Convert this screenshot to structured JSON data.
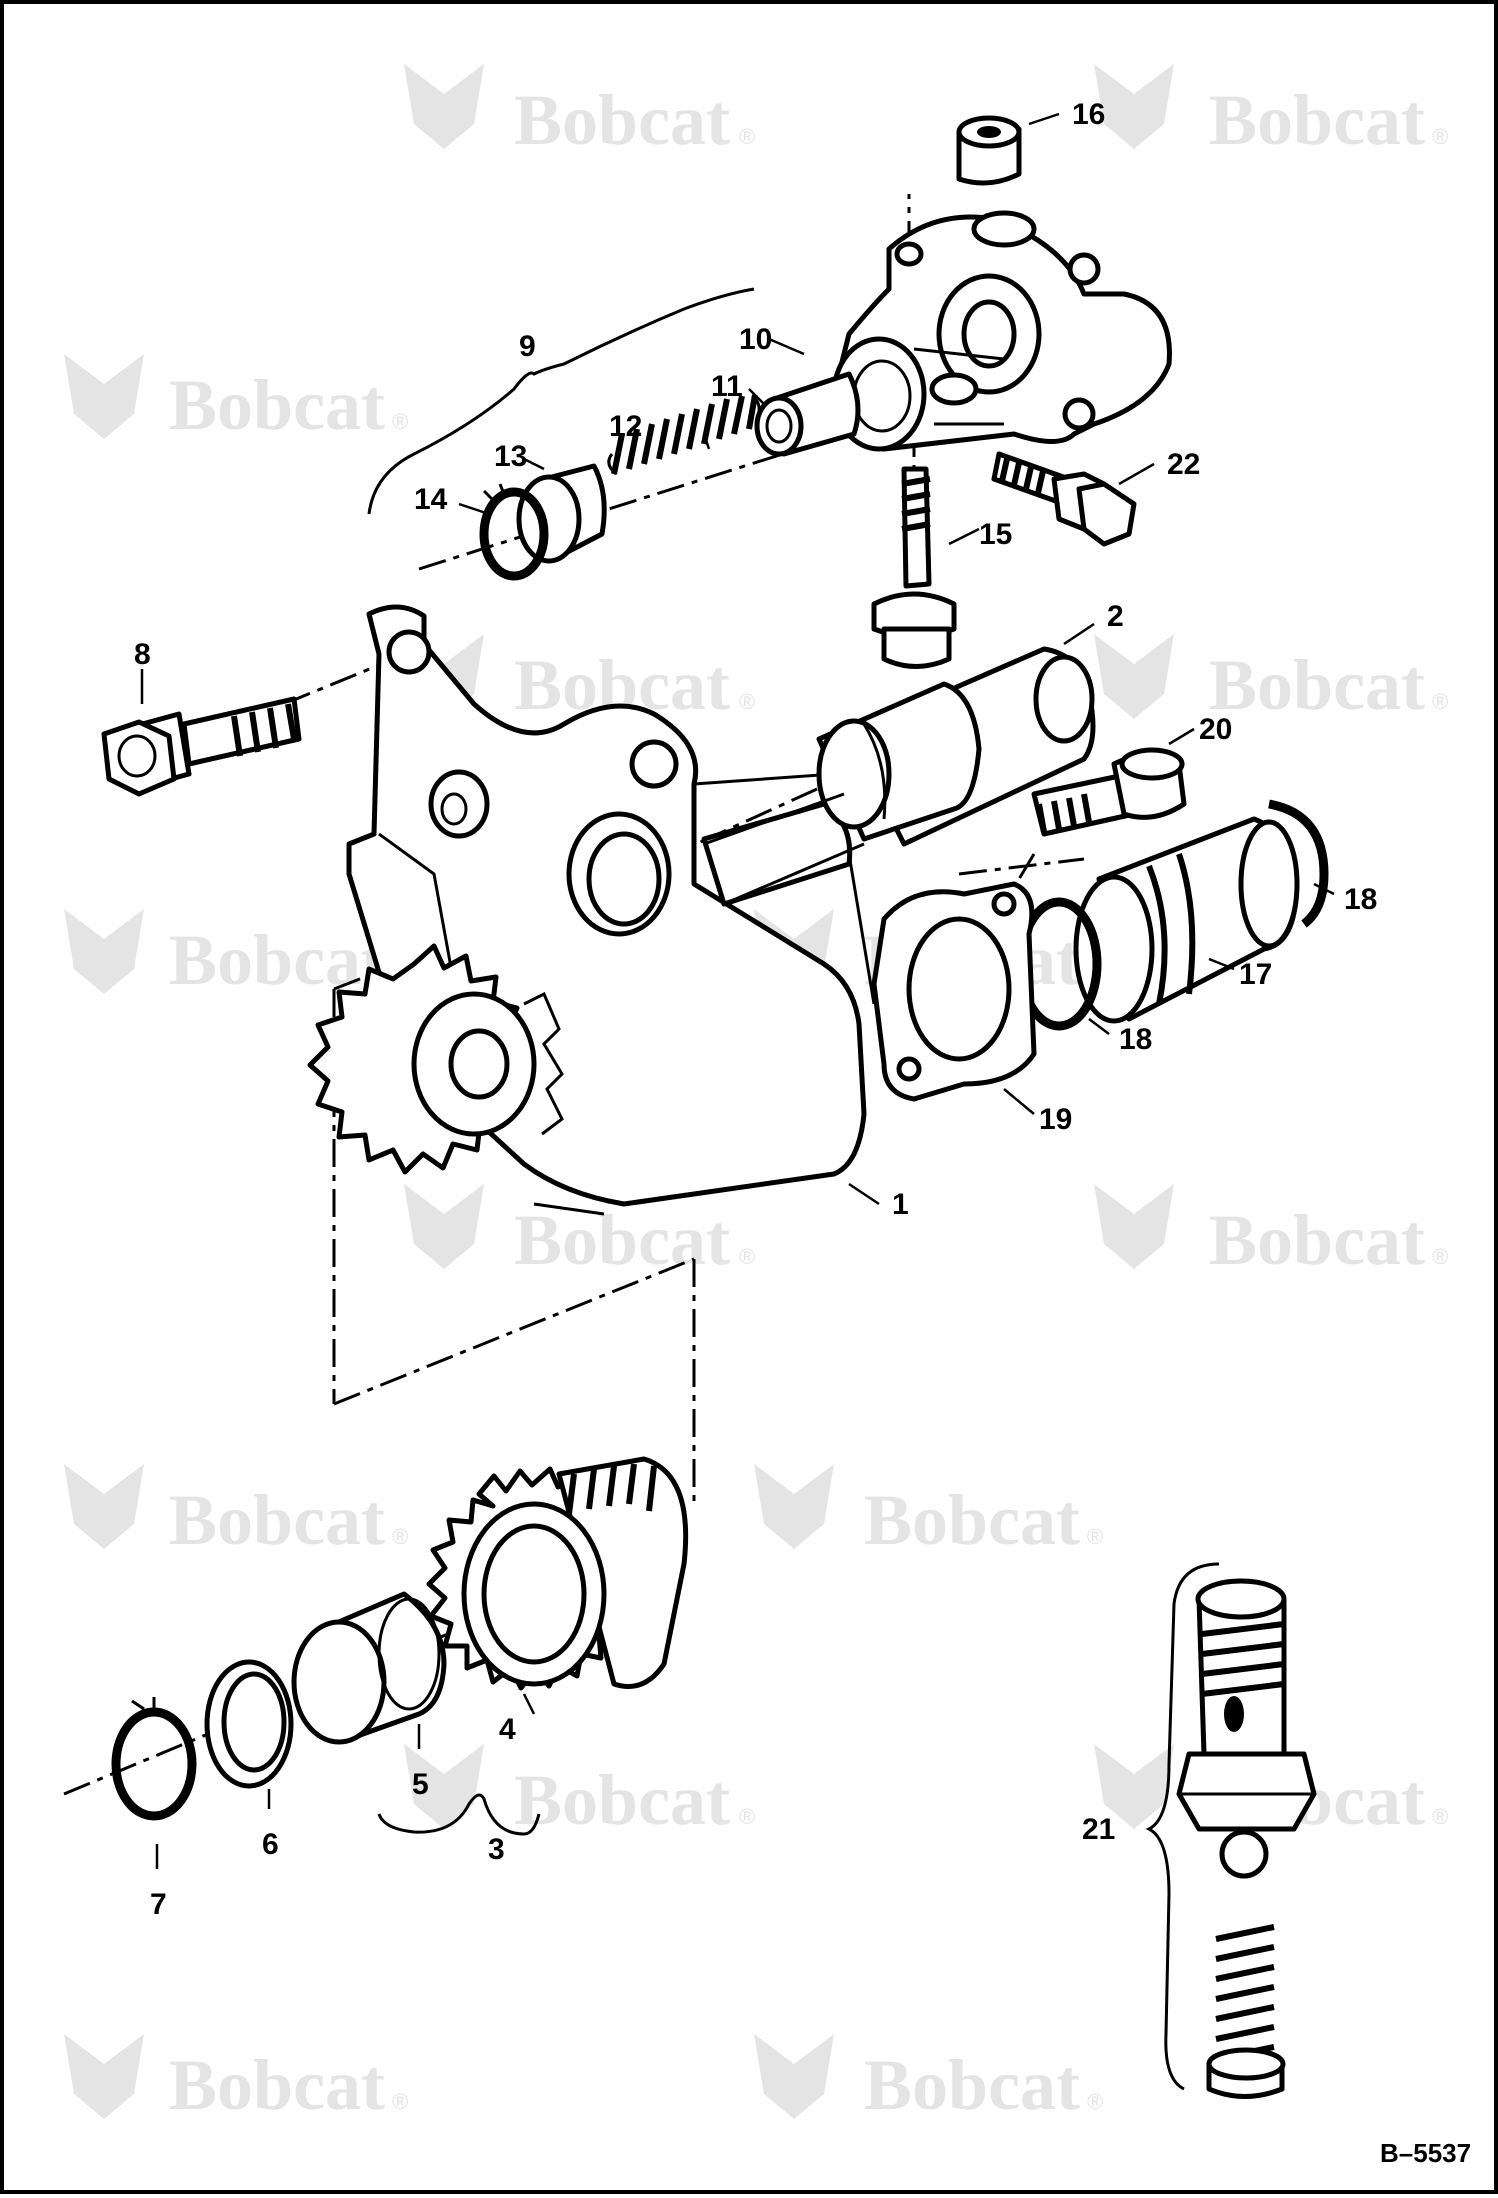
{
  "diagram": {
    "watermark_text": "Bobcat",
    "watermark_mark": "®",
    "doc_code": "B–5537",
    "callouts": [
      "1",
      "2",
      "3",
      "4",
      "5",
      "6",
      "7",
      "8",
      "9",
      "10",
      "11",
      "12",
      "13",
      "14",
      "15",
      "16",
      "17",
      "18",
      "18",
      "19",
      "20",
      "21",
      "22"
    ]
  }
}
